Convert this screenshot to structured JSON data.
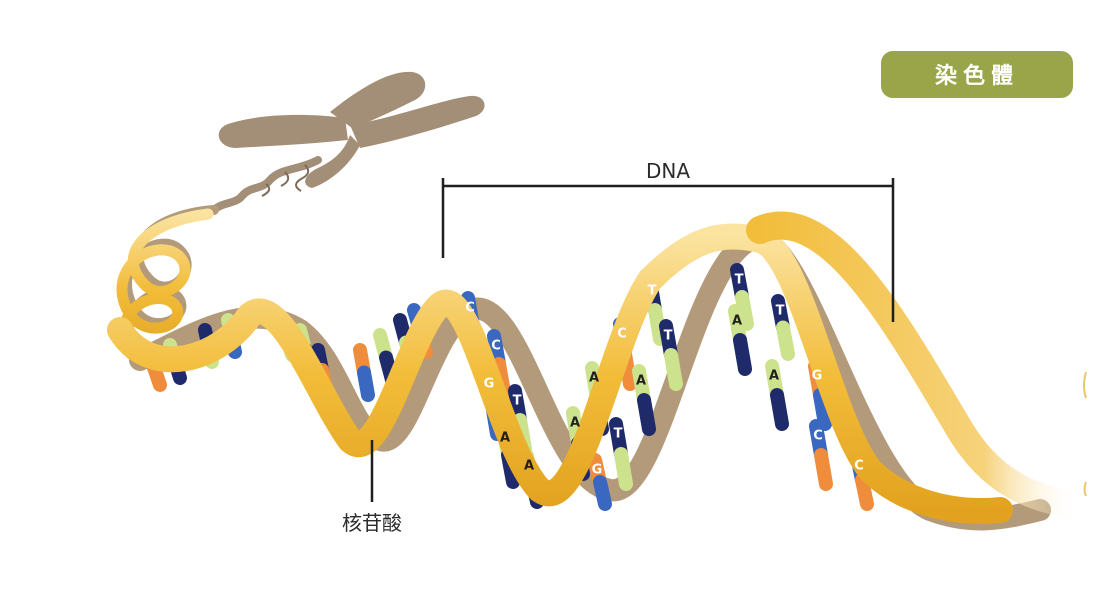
{
  "badge": {
    "label": "染色體",
    "color": "#9aa54a"
  },
  "labels": {
    "dna": "DNA",
    "nucleotide": "核苷酸"
  },
  "colors": {
    "backbone_gold": "#f2bd3a",
    "backbone_light": "#f9dc8b",
    "backbone_inner": "#b39a7a",
    "chromosome": "#a38e77",
    "base_A": "#cde28d",
    "base_T": "#1f2a6b",
    "base_G": "#ef8d3d",
    "base_C": "#3a67c0"
  },
  "base_letters": [
    {
      "letter": "C",
      "base": "C"
    },
    {
      "letter": "C",
      "base": "C"
    },
    {
      "letter": "G",
      "base": "G"
    },
    {
      "letter": "T",
      "base": "T"
    },
    {
      "letter": "A",
      "base": "A"
    },
    {
      "letter": "A",
      "base": "A"
    },
    {
      "letter": "A",
      "base": "A"
    },
    {
      "letter": "A",
      "base": "A"
    },
    {
      "letter": "T",
      "base": "T"
    },
    {
      "letter": "T",
      "base": "T"
    },
    {
      "letter": "T",
      "base": "T"
    },
    {
      "letter": "C",
      "base": "C"
    },
    {
      "letter": "A",
      "base": "A"
    },
    {
      "letter": "G",
      "base": "G"
    },
    {
      "letter": "T",
      "base": "T"
    },
    {
      "letter": "A",
      "base": "A"
    },
    {
      "letter": "T",
      "base": "T"
    },
    {
      "letter": "A",
      "base": "A"
    },
    {
      "letter": "G",
      "base": "G"
    },
    {
      "letter": "C",
      "base": "C"
    },
    {
      "letter": "C",
      "base": "C"
    }
  ]
}
